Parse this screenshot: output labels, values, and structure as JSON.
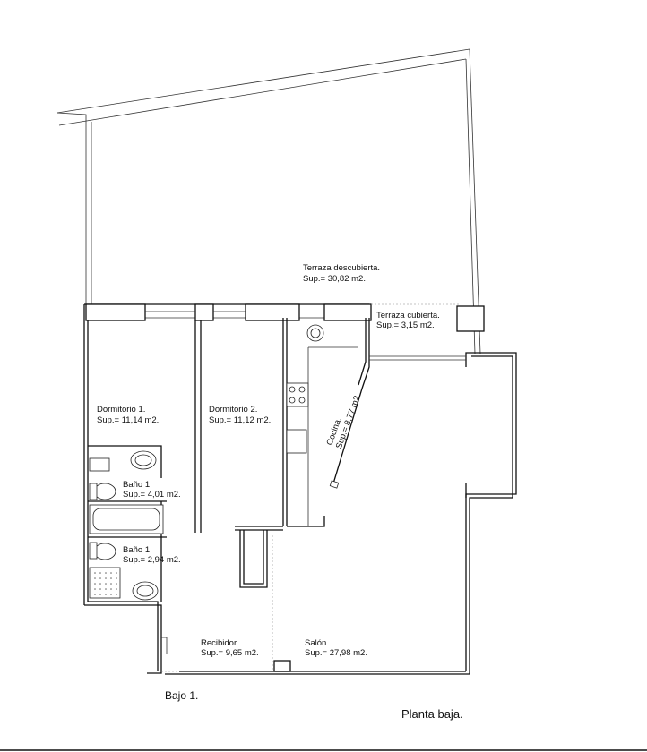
{
  "rooms": [
    {
      "name": "Terraza descubierta.",
      "area": "Sup.= 30,82 m2."
    },
    {
      "name": "Terraza cubierta.",
      "area": "Sup.= 3,15 m2."
    },
    {
      "name": "Dormitorio 1.",
      "area": "Sup.= 11,14 m2."
    },
    {
      "name": "Dormitorio 2.",
      "area": "Sup.= 11,12 m2."
    },
    {
      "name": "Cocina.",
      "area": "Sup.= 8,77 m2."
    },
    {
      "name": "Baño 1.",
      "area": "Sup.= 4,01 m2."
    },
    {
      "name": "Baño 1.",
      "area": "Sup.= 2,94 m2."
    },
    {
      "name": "Recibidor.",
      "area": "Sup.= 9,65 m2."
    },
    {
      "name": "Salón.",
      "area": "Sup.= 27,98 m2."
    }
  ],
  "unit_label": "Bajo 1.",
  "plan_title": "Planta baja."
}
